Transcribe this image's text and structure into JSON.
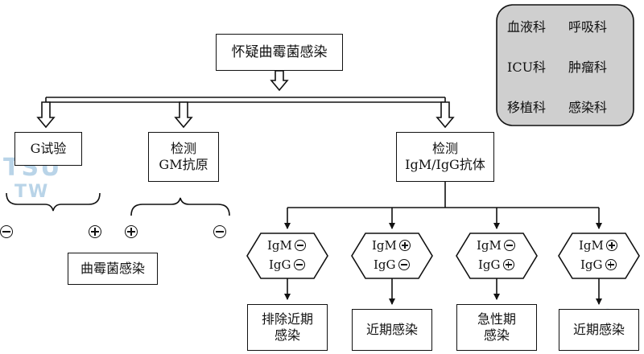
{
  "diagram": {
    "top": "怀疑曲霉菌感染",
    "g_test": "G试验",
    "gm_test": "检测\nGM抗原",
    "igm_test": "检测\nIgM/IgG抗体",
    "aspergillus_infection": "曲霉菌感染",
    "hexagons": [
      {
        "igm": "IgM",
        "igm_sign": "negative",
        "igg": "IgG",
        "igg_sign": "negative"
      },
      {
        "igm": "IgM",
        "igm_sign": "positive",
        "igg": "IgG",
        "igg_sign": "negative"
      },
      {
        "igm": "IgM",
        "igm_sign": "negative",
        "igg": "IgG",
        "igg_sign": "positive"
      },
      {
        "igm": "IgM",
        "igm_sign": "positive",
        "igg": "IgG",
        "igg_sign": "positive"
      }
    ],
    "results": [
      "排除近期\n感染",
      "近期感染",
      "急性期\n感染",
      "近期感染"
    ],
    "departments": [
      "血液科",
      "呼吸科",
      "ICU科",
      "肿瘤科",
      "移植科",
      "感染科"
    ]
  },
  "watermark": {
    "line1": "TSU",
    "line2": "TW"
  }
}
